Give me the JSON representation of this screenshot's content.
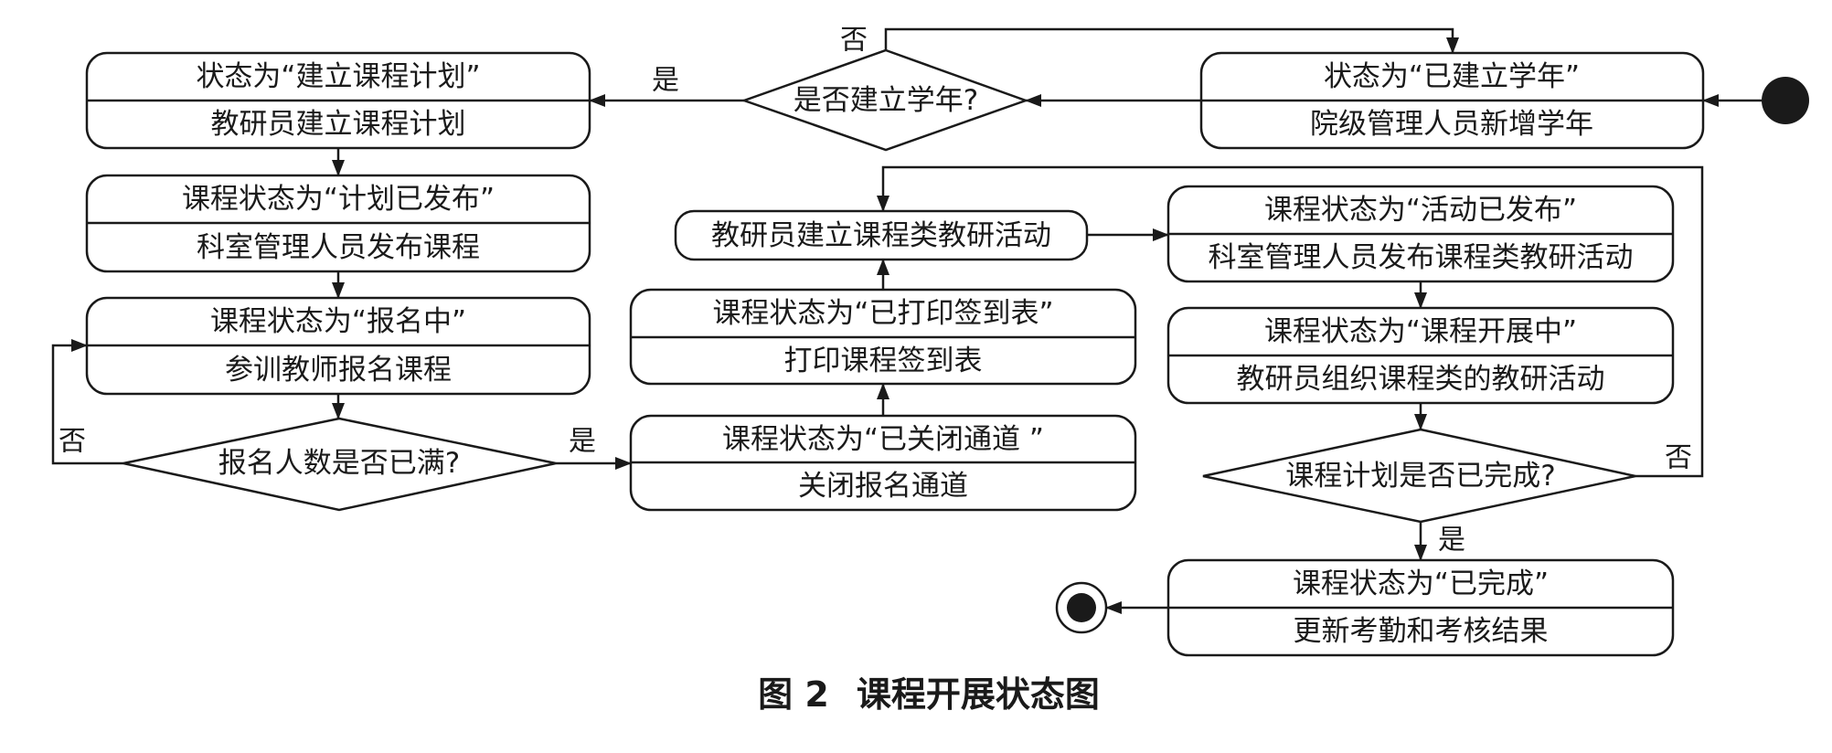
{
  "diagram": {
    "nodes": {
      "year_established": {
        "state": "状态为“已建立学年”",
        "action": "院级管理人员新增学年"
      },
      "plan_created": {
        "state": "状态为“建立课程计划”",
        "action": "教研员建立课程计划"
      },
      "plan_published": {
        "state": "课程状态为“计划已发布”",
        "action": "科室管理人员发布课程"
      },
      "enrolling": {
        "state": "课程状态为“报名中”",
        "action": "参训教师报名课程"
      },
      "channel_closed": {
        "state": "课程状态为“已关闭通道 ”",
        "action": "关闭报名通道"
      },
      "signin_printed": {
        "state": "课程状态为“已打印签到表”",
        "action": "打印课程签到表"
      },
      "activity_created": {
        "action": "教研员建立课程类教研活动"
      },
      "activity_published": {
        "state": "课程状态为“活动已发布”",
        "action": "科室管理人员发布课程类教研活动"
      },
      "in_progress": {
        "state": "课程状态为“课程开展中”",
        "action": "教研员组织课程类的教研活动"
      },
      "completed": {
        "state": "课程状态为“已完成”",
        "action": "更新考勤和考核结果"
      }
    },
    "decisions": {
      "year_check": {
        "question": "是否建立学年?",
        "yes": "是",
        "no": "否"
      },
      "enrollment_full": {
        "question": "报名人数是否已满?",
        "yes": "是",
        "no": "否"
      },
      "plan_complete": {
        "question": "课程计划是否已完成?",
        "yes": "是",
        "no": "否"
      }
    }
  },
  "caption": {
    "number": "图 2",
    "title": "课程开展状态图"
  },
  "colors": {
    "ink": "#1a1a1a",
    "background": "#ffffff"
  }
}
